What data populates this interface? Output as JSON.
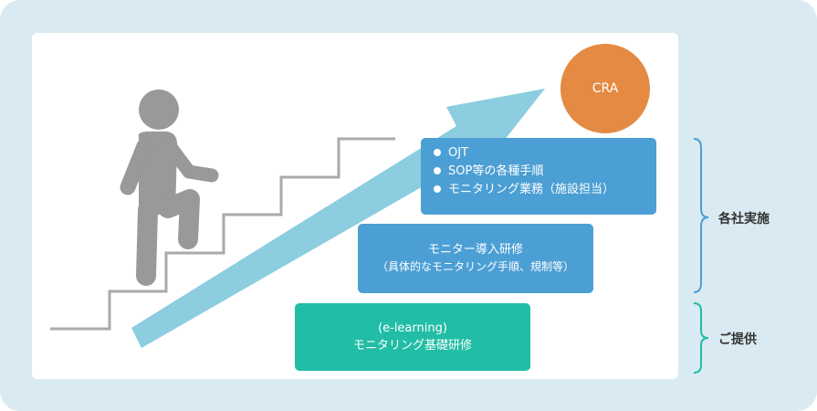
{
  "cra_label": "CRA",
  "steps": {
    "bottom": {
      "line1": "(e-learning)",
      "line2": "モニタリング基礎研修"
    },
    "middle": {
      "line1": "モニター導入研修",
      "line2": "（具体的なモニタリング手順、規制等）"
    },
    "top": {
      "items": [
        "OJT",
        "SOP等の各種手順",
        "モニタリング業務（施設担当）"
      ]
    }
  },
  "brackets": {
    "upper_label": "各社実施",
    "lower_label": "ご提供"
  },
  "colors": {
    "background": "#d9eaf2",
    "green_box": "#22bda6",
    "blue_box": "#4c9fd4",
    "cra_circle": "#e48a42",
    "arrow": "#8ccde0",
    "person": "#999999",
    "stairs": "#aaaaaa",
    "upper_bracket": "#4c9fd4",
    "lower_bracket": "#22bda6"
  }
}
